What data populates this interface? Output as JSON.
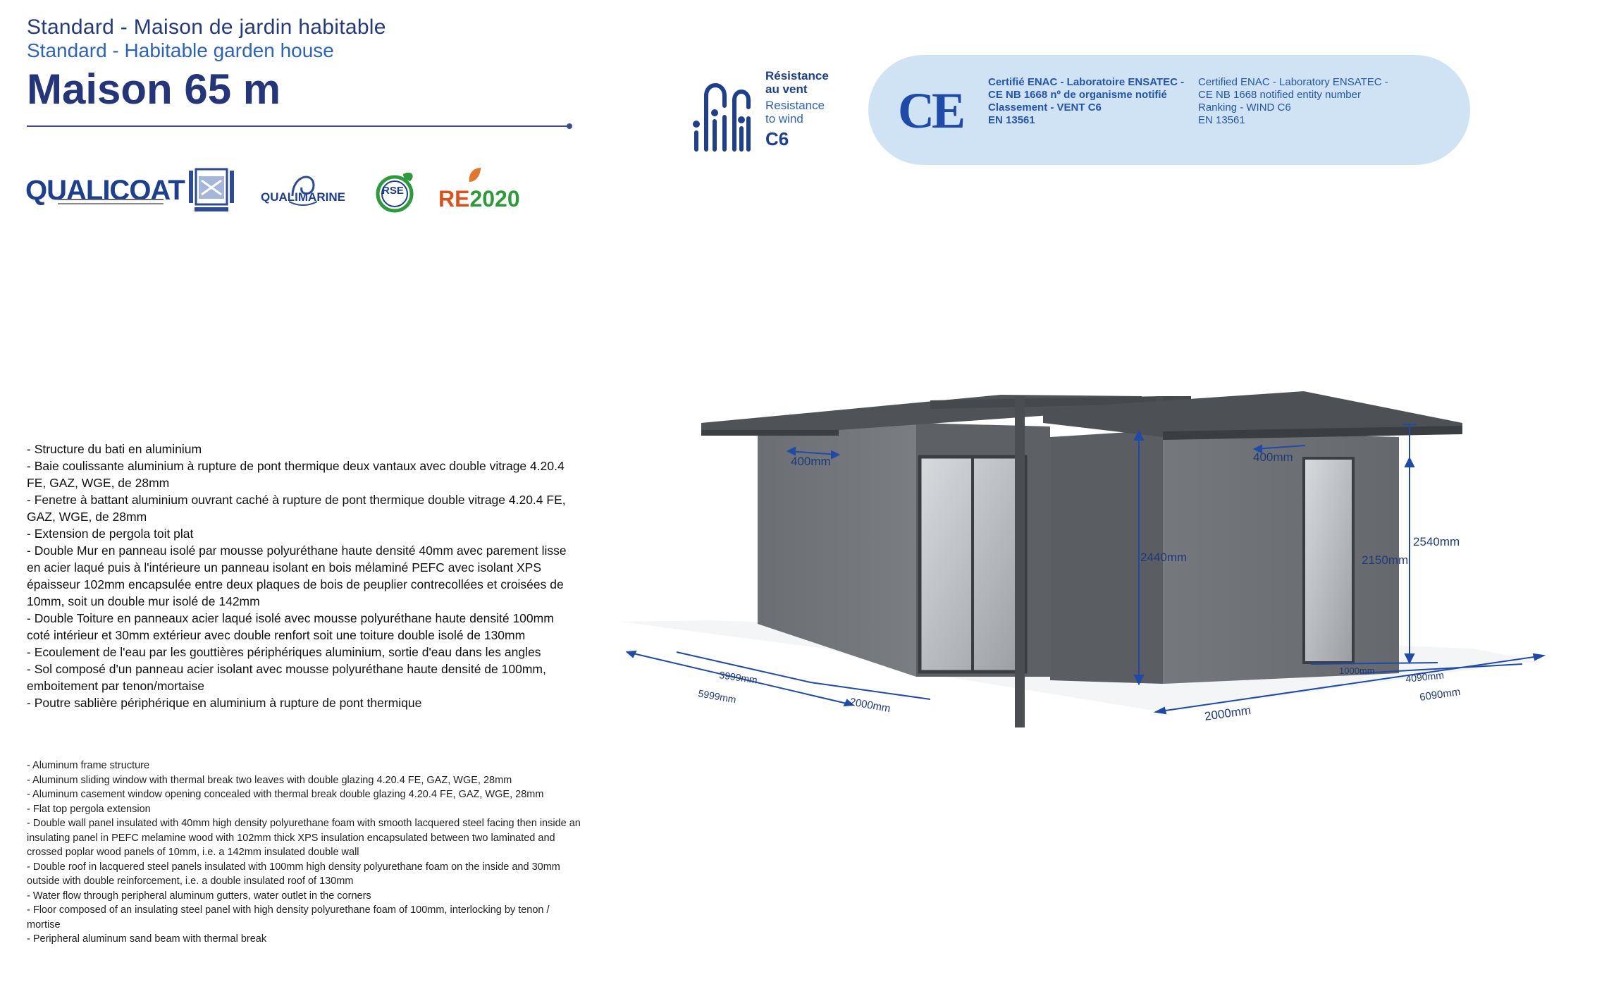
{
  "header": {
    "subtitle_fr": "Standard - Maison de jardin habitable",
    "subtitle_en": "Standard - Habitable garden house",
    "title": "Maison 65 m"
  },
  "logos": {
    "qualicoat": "QUALICOAT",
    "qualimarine": "QUALIMARINE",
    "rse": "RSE",
    "re2020_prefix": "RE",
    "re2020_year": "2020"
  },
  "wind": {
    "label_fr_1": "Résistance",
    "label_fr_2": "au vent",
    "label_en_1": "Resistance",
    "label_en_2": "to wind",
    "class": "C6",
    "icon": "wind-icon"
  },
  "certification": {
    "mark": "CE",
    "fr": {
      "line1": "Certifié ENAC - Laboratoire ENSATEC -",
      "line2": "CE NB 1668 nº de organisme notifié",
      "line3": "Classement - VENT C6",
      "line4": "EN 13561"
    },
    "en": {
      "line1": "Certified ENAC - Laboratory ENSATEC -",
      "line2": "CE NB 1668 notified entity number",
      "line3": "Ranking - WIND C6",
      "line4": "EN 13561"
    }
  },
  "specs_fr": [
    "- Structure du bati en aluminium",
    "- Baie coulissante aluminium à rupture de pont thermique  deux vantaux avec double vitrage 4.20.4 FE, GAZ, WGE, de 28mm",
    "- Fenetre à battant aluminium ouvrant caché à rupture de pont thermique double vitrage 4.20.4 FE, GAZ, WGE, de 28mm",
    "- Extension de pergola toit plat",
    "- Double Mur en panneau isolé par mousse polyuréthane haute densité 40mm avec parement  lisse en acier  laqué puis à l'intérieure un panneau isolant en bois mélaminé PEFC avec isolant XPS épaisseur 102mm encapsulée entre deux plaques de bois de peuplier contrecollées et croisées de 10mm, soit un double mur isolé de 142mm",
    "- Double Toiture en panneaux acier laqué isolé avec mousse polyuréthane haute densité 100mm coté intérieur et 30mm extérieur avec double renfort  soit une toiture double isolé de 130mm",
    "- Ecoulement de l'eau par les gouttières périphériques aluminium, sortie d'eau dans les angles",
    "- Sol composé d'un panneau acier isolant avec mousse polyuréthane haute densité de 100mm, emboitement par tenon/mortaise",
    "- Poutre sablière périphérique en aluminium à rupture de pont thermique"
  ],
  "specs_en": [
    "- Aluminum frame structure",
    "- Aluminum sliding window with thermal break two leaves with double glazing 4.20.4 FE, GAZ, WGE, 28mm",
    "- Aluminum casement window opening concealed with thermal break double glazing 4.20.4 FE, GAZ, WGE, 28mm",
    "- Flat top pergola extension",
    "- Double wall panel insulated with 40mm high density polyurethane foam with smooth lacquered steel facing then inside an insulating panel in PEFC melamine wood with 102mm thick XPS insulation encapsulated between two laminated and crossed poplar wood panels of 10mm, i.e. a 142mm insulated double wall",
    "- Double roof in lacquered steel panels insulated with 100mm high density polyurethane foam on the inside and 30mm outside with double reinforcement, i.e. a double insulated roof of 130mm",
    "- Water flow through peripheral aluminum gutters, water outlet in the corners",
    "- Floor composed of an insulating steel panel with high density polyurethane foam of 100mm, interlocking by tenon / mortise",
    "- Peripheral aluminum sand beam with thermal break"
  ],
  "dimensions": {
    "overhang_left": "400mm",
    "overhang_right": "400mm",
    "height_pergola": "2440mm",
    "height_wall": "2150mm",
    "height_total": "2540mm",
    "depth_a": "3999mm",
    "depth_total": "5999mm",
    "depth_pergola": "2000mm",
    "width_window": "1000mm",
    "width_a": "4090mm",
    "width_total": "6090mm",
    "width_pergola": "2000mm"
  }
}
